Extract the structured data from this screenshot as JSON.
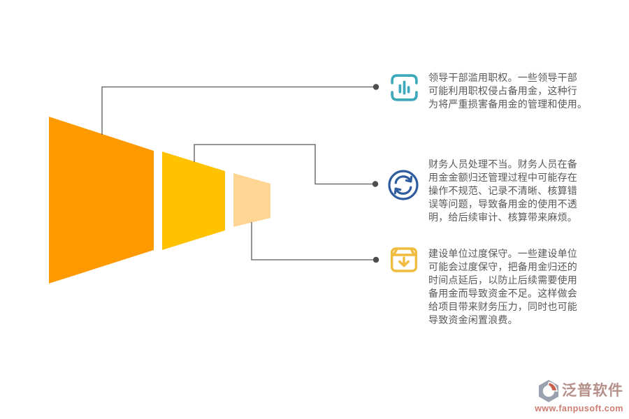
{
  "funnel": {
    "segments": [
      {
        "color": "#FF9900"
      },
      {
        "color": "#FFC200"
      },
      {
        "color": "#FFD593"
      }
    ]
  },
  "connectors": {
    "line_color": "#595959",
    "dot_color": "#4d4d4d"
  },
  "callouts": [
    {
      "icon": "bar-chart-icon",
      "icon_color": "#3FA9BC",
      "text": "领导干部滥用职权。一些领导干部\n可能利用职权侵占备用金，这种行\n为将严重损害备用金的管理和使用。"
    },
    {
      "icon": "refresh-icon",
      "icon_color": "#2E5C9E",
      "text": "财务人员处理不当。财务人员在备\n用金金额归还管理过程中可能存在\n操作不规范、记录不清晰、核算错\n误等问题，导致备用金的使用不透\n明，给后续审计、核算带来麻烦。"
    },
    {
      "icon": "archive-down-icon",
      "icon_color": "#F0BC3F",
      "text": "建设单位过度保守。一些建设单位\n可能会过度保守，把备用金归还的\n时间点延后，以防止后续需要使用\n备用金而导致资金不足。这样做会\n给项目带来财务压力，同时也可能\n导致资金闲置浪费。"
    }
  ],
  "watermark": {
    "brand": "泛普软件",
    "url": "www.fanpusoft.com",
    "brand_color": "#b5908a",
    "url_color": "#cd7c71",
    "logo_gray": "#9AA2B0",
    "logo_red": "#C9604C"
  }
}
